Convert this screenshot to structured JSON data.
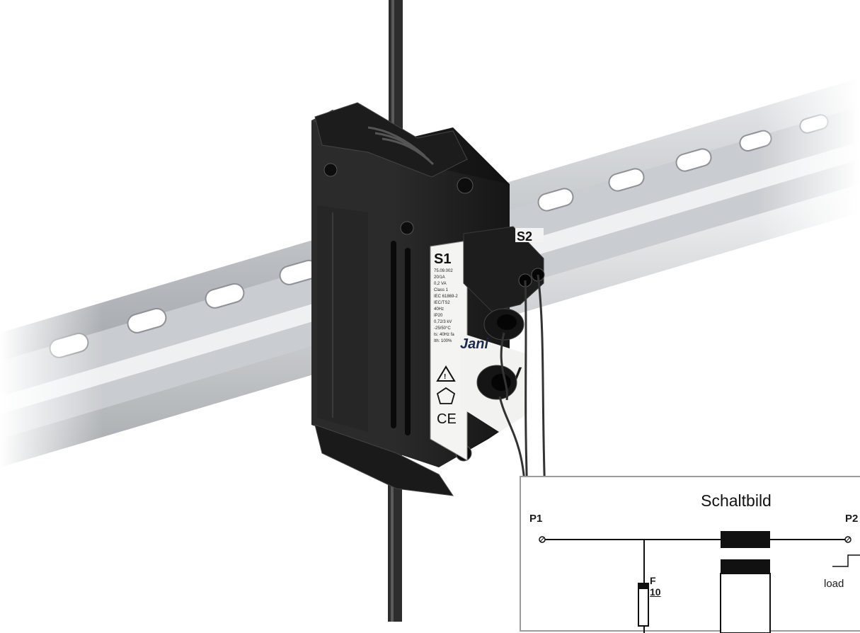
{
  "product_label": {
    "terminal_s1": "S1",
    "terminal_s2": "S2",
    "spec_lines": [
      "75.09.002",
      "20/1A",
      "0,2 VA",
      "Class 1",
      "IEC 61869-2",
      "IEC/TS2",
      "40Hz",
      "IP20",
      "0,72/3 kV",
      "-25/50°C",
      "ts: 40Hz fa",
      "Ith: 100%"
    ],
    "brand": "Jani",
    "model_suffix": "V",
    "ce_mark": "CE"
  },
  "schematic": {
    "title": "Schaltbild",
    "p1": "P1",
    "p2": "P2",
    "fuse_letter": "F",
    "fuse_value": "10",
    "load": "load"
  }
}
